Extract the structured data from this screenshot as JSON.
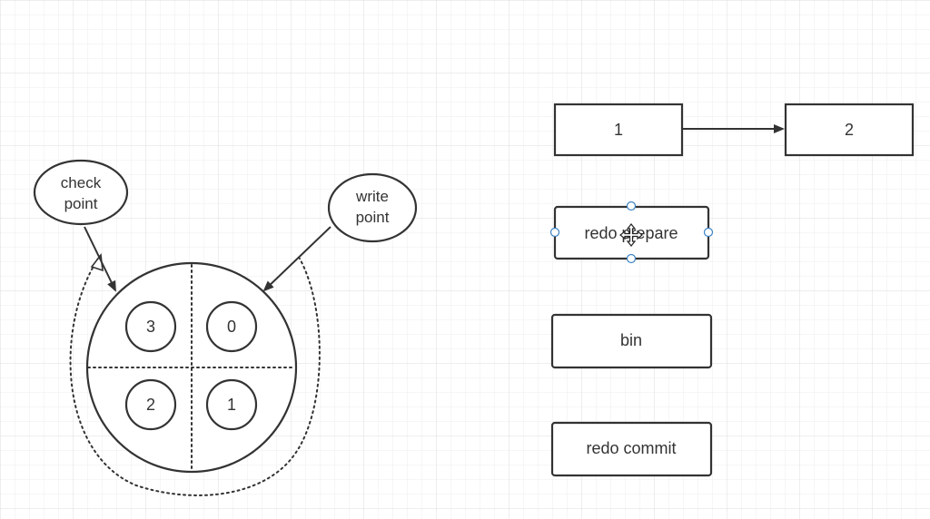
{
  "diagram": {
    "callouts": {
      "check_point": {
        "line1": "check",
        "line2": "point"
      },
      "write_point": {
        "line1": "write",
        "line2": "point"
      }
    },
    "ring": {
      "slots": {
        "top_left": "3",
        "top_right": "0",
        "bottom_left": "2",
        "bottom_right": "1"
      }
    },
    "flow": {
      "box_1": "1",
      "box_2": "2"
    },
    "steps": {
      "redo_prepare": "redo prepare",
      "bin": "bin",
      "redo_commit": "redo commit"
    }
  },
  "colors": {
    "stroke": "#333333",
    "grid_minor": "#eeeeee",
    "grid_major": "#dddddd",
    "selection": "#3b82c4"
  }
}
